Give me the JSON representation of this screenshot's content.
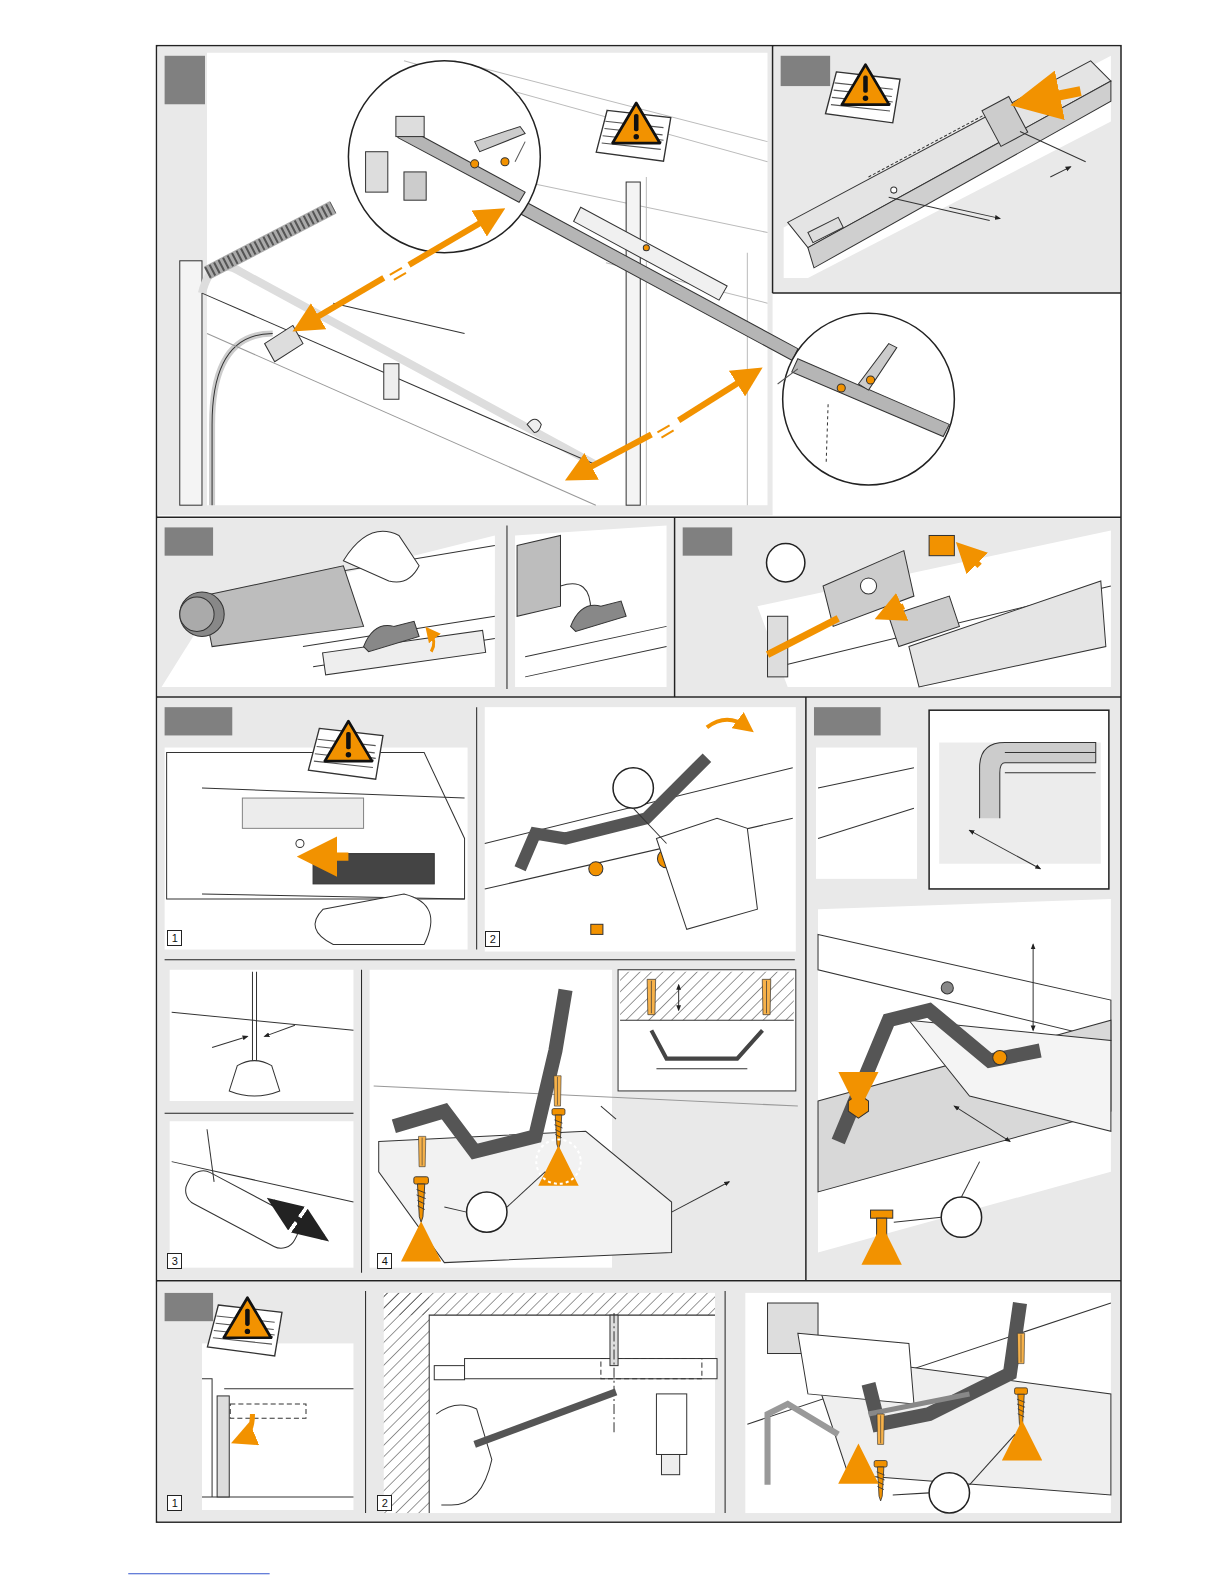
{
  "diagram": {
    "nodes": [
      {
        "text": [
          "1"
        ]
      },
      {
        "text": [
          "2"
        ]
      },
      {
        "text": [
          "3"
        ]
      },
      {
        "text": [
          "4"
        ]
      },
      {
        "text": [
          "1"
        ]
      },
      {
        "text": [
          "2"
        ]
      }
    ]
  }
}
